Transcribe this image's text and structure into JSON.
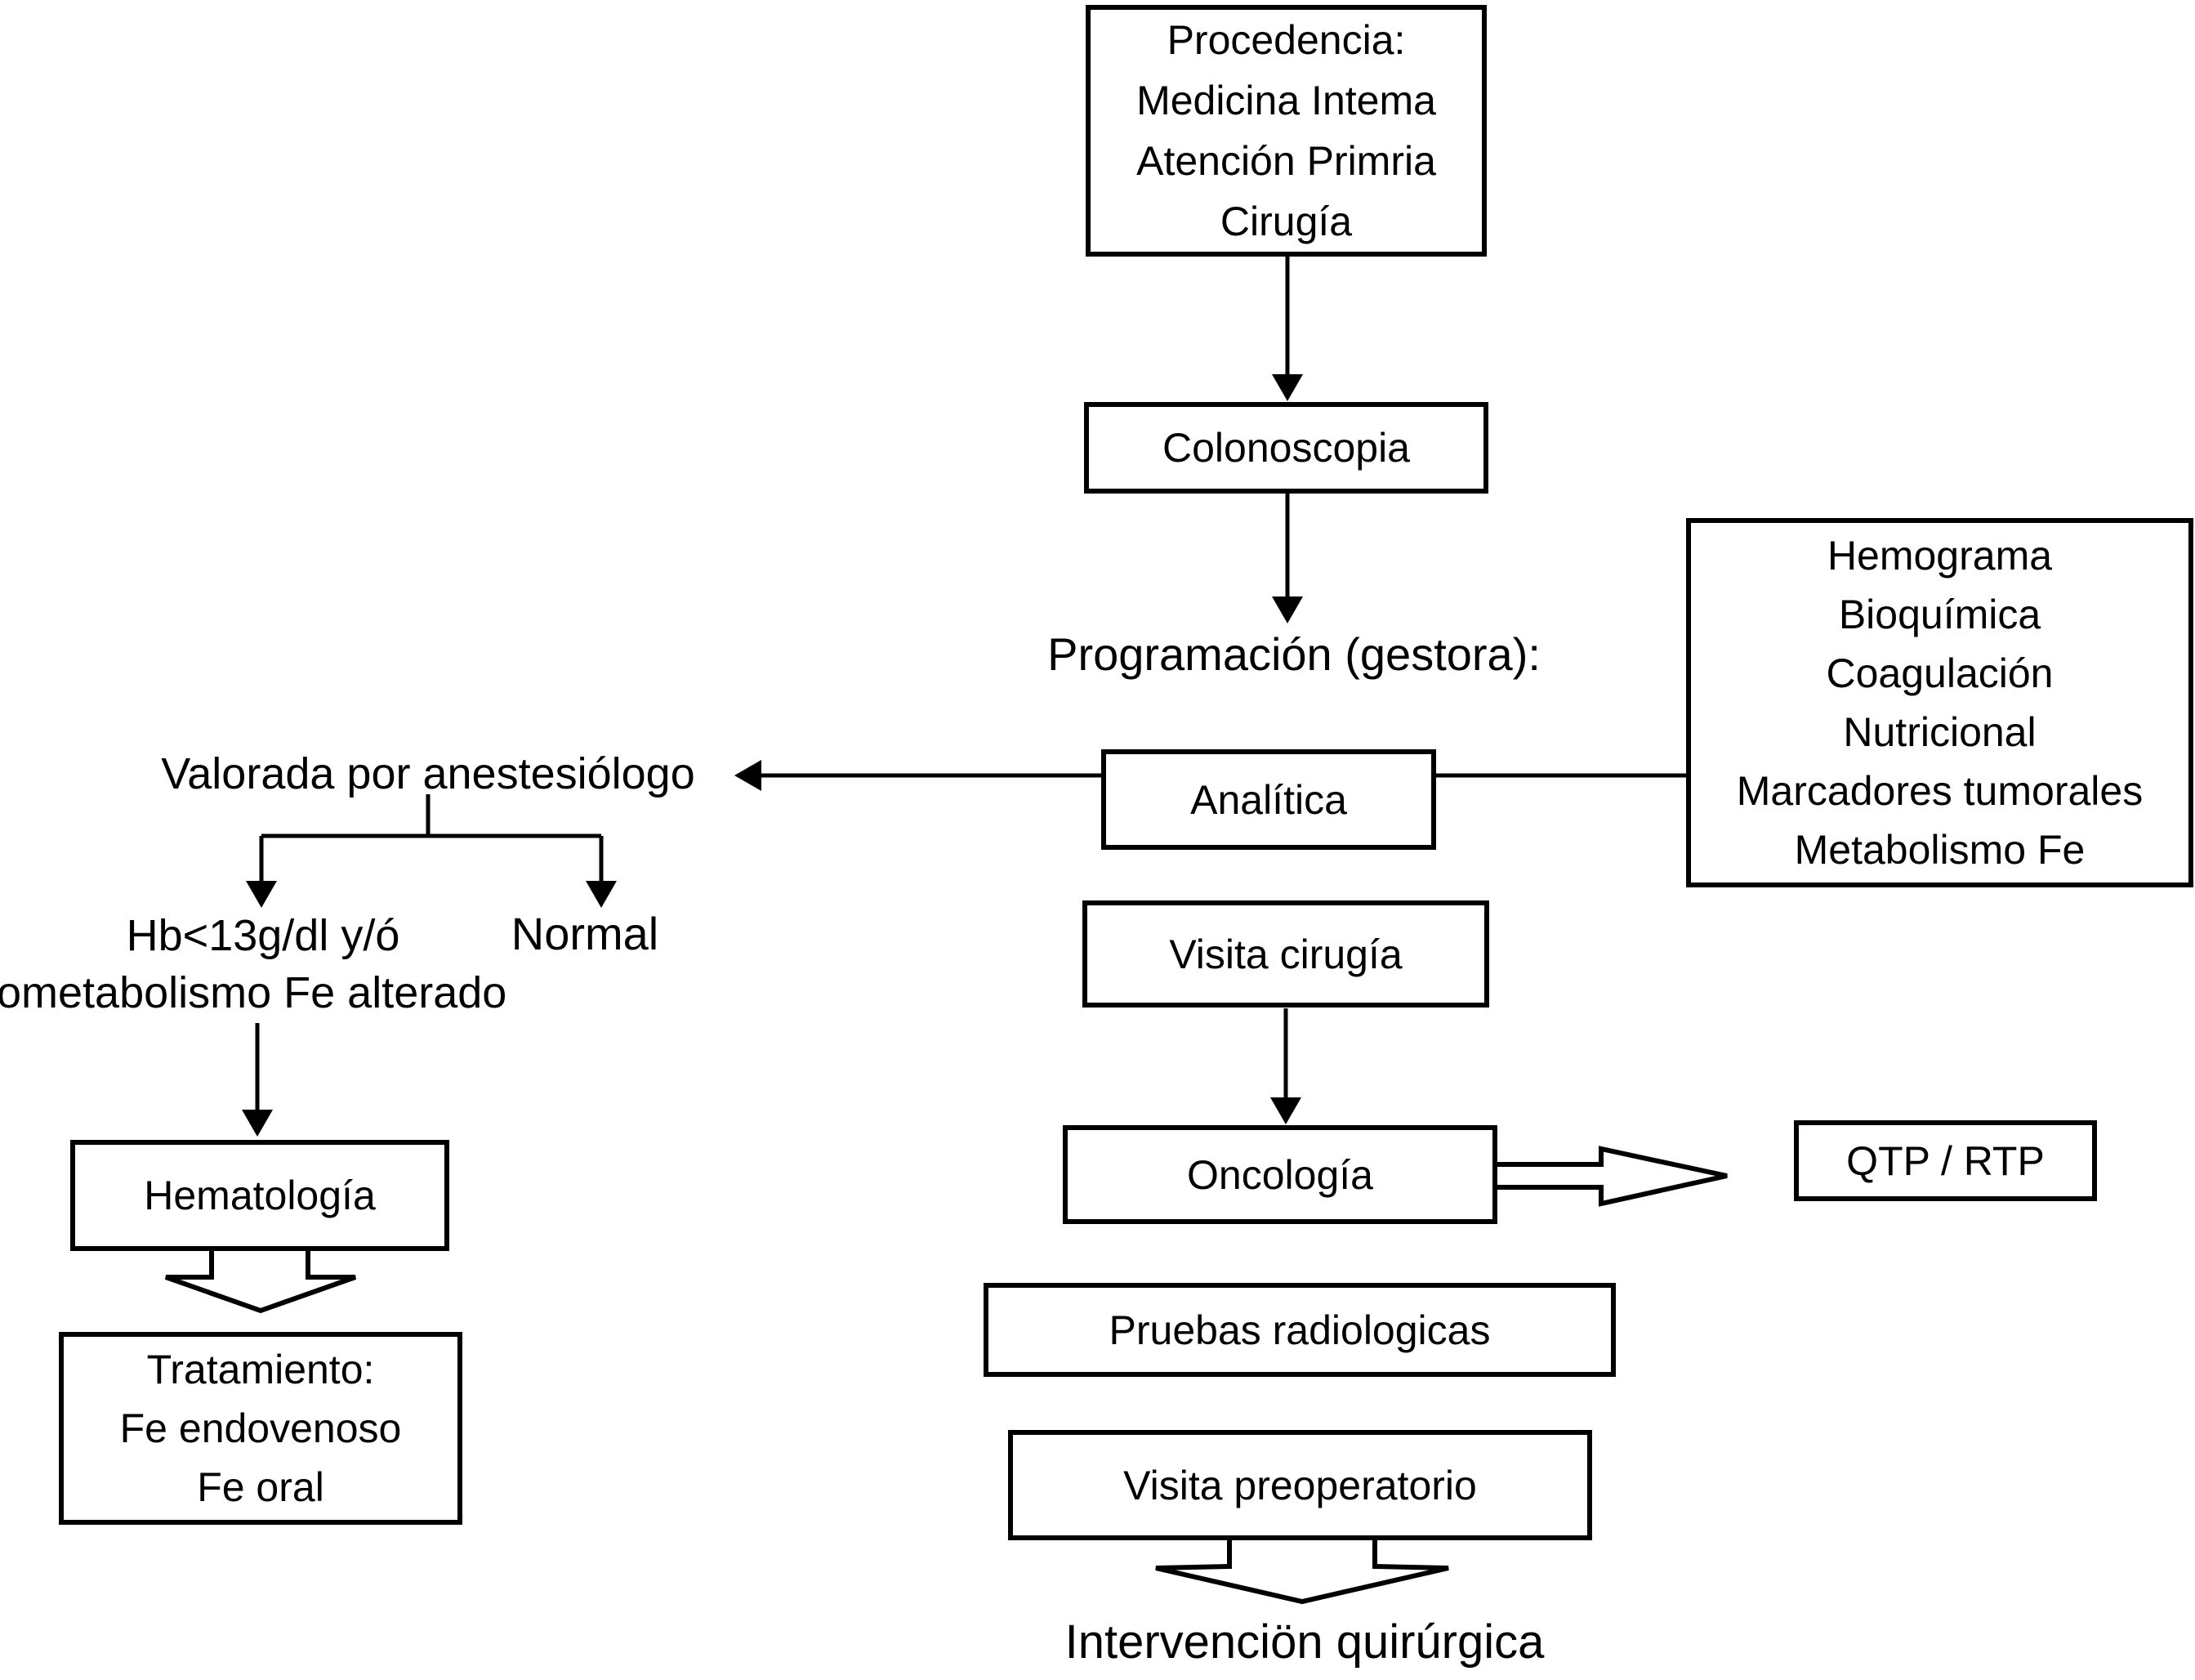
{
  "figure": {
    "type": "flowchart",
    "language": "es",
    "colors": {
      "ink": "#000000",
      "background": "#ffffff"
    },
    "nodes": {
      "procedencia": {
        "lines": [
          "Procedencia:",
          "Medicina Intema",
          "Atención Primria",
          "Cirugía"
        ]
      },
      "colonoscopia": {
        "label": "Colonoscopia"
      },
      "programacion": {
        "label": "Programación (gestora):"
      },
      "analitica": {
        "label": "Analítica"
      },
      "analitica_detalle": {
        "lines": [
          "Hemograma",
          "Bioquímica",
          "Coagulación",
          "Nutricional",
          "Marcadores tumorales",
          "Metabolismo Fe"
        ]
      },
      "valorada": {
        "label": "Valorada por anestesiólogo"
      },
      "hb_baja_linea1": {
        "label": "Hb<13g/dl y/ó"
      },
      "hb_baja_linea2": {
        "label": "ometabolismo Fe alterado"
      },
      "normal": {
        "label": "Normal"
      },
      "hematologia": {
        "label": "Hematología"
      },
      "tratamiento": {
        "lines": [
          "Tratamiento:",
          "Fe endovenoso",
          "Fe oral"
        ]
      },
      "visita_cirugia": {
        "label": "Visita cirugía"
      },
      "oncologia": {
        "label": "Oncología"
      },
      "qtp_rtp": {
        "label": "QTP / RTP"
      },
      "pruebas_radiologicas": {
        "label": "Pruebas radiologicas"
      },
      "visita_preoperatorio": {
        "label": "Visita preoperatorio"
      },
      "intervencion": {
        "label": "Intervenciön quirúrgica"
      }
    }
  }
}
